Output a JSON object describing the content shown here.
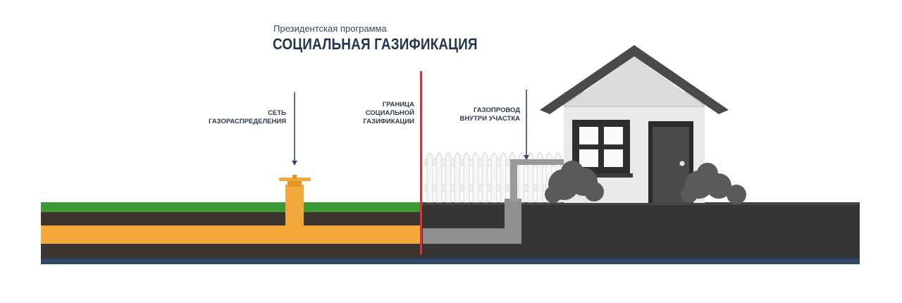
{
  "header": {
    "subtitle": "Президентская программа",
    "title": "СОЦИАЛЬНАЯ ГАЗИФИКАЦИЯ"
  },
  "labels": {
    "network": [
      "СЕТЬ",
      "ГАЗОРАСПРЕДЕЛЕНИЯ"
    ],
    "border": [
      "ГРАНИЦА",
      "СОЦИАЛЬНОЙ",
      "ГАЗИФИКАЦИИ"
    ],
    "plot_pipe": [
      "ГАЗОПРОВОД",
      "ВНУТРИ УЧАСТКА"
    ]
  },
  "colors": {
    "grass": "#3f9a35",
    "soil": "#3d3530",
    "pipe": "#f2a83a",
    "boundary": "#d6323a",
    "asphalt": "#353535",
    "inner_pipe": "#8f8f8f",
    "base_line": "#2d4a6b",
    "title": "#24364e"
  }
}
